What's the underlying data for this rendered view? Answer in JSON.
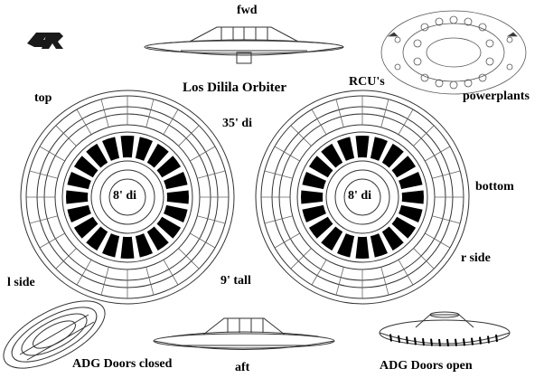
{
  "labels": {
    "fwd": "fwd",
    "title": "Los Dilila Orbiter",
    "rcus": "RCU's",
    "powerplants": "powerplants",
    "top": "top",
    "diameter_outer": "35' di",
    "diameter_inner_left": "8' di",
    "diameter_inner_right": "8' di",
    "bottom": "bottom",
    "r_side": "r side",
    "l_side": "l side",
    "height": "9' tall",
    "adg_closed": "ADG Doors closed",
    "aft": "aft",
    "adg_open": "ADG Doors open"
  },
  "logo_text": "BR",
  "colors": {
    "ink": "#000000",
    "line": "#333333",
    "paper": "#ffffff"
  }
}
